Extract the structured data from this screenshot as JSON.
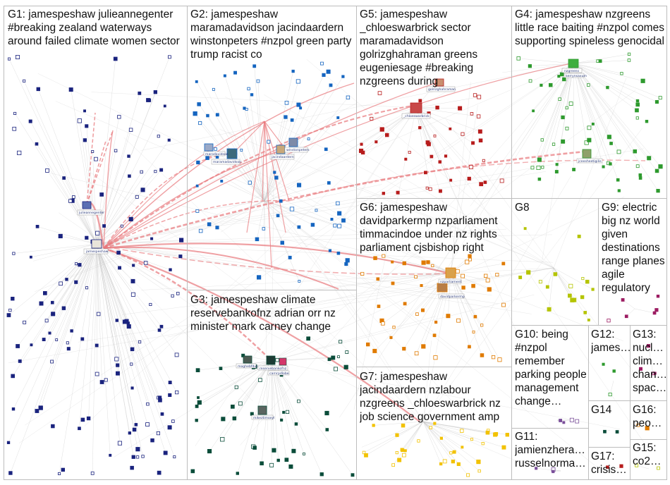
{
  "groups": [
    {
      "id": "G1",
      "label": "G1: jamespeshaw julieannegenter #breaking zealand waterways around failed climate women sector"
    },
    {
      "id": "G2",
      "label": "G2: jamespeshaw maramadavidson jacindaardern winstonpeters #nzpol green party trump racist co"
    },
    {
      "id": "G3",
      "label": "G3: jamespeshaw climate reservebankofnz adrian orr nz minister mark carney change"
    },
    {
      "id": "G4",
      "label": "G4: jamespeshaw nzgreens little race baiting #nzpol comes supporting spineless genocidal"
    },
    {
      "id": "G5",
      "label": "G5: jamespeshaw _chloeswarbrick sector maramadavidson golrizghahraman greens eugeniesage #breaking nzgreens during"
    },
    {
      "id": "G6",
      "label": "G6: jamespeshaw davidparkermp nzparliament timmacindoe under nz rights parliament cjsbishop right"
    },
    {
      "id": "G7",
      "label": "G7: jamespeshaw jacindaardern nzlabour nzgreens _chloeswarbrick nz job science government amp"
    },
    {
      "id": "G8",
      "label": "G8"
    },
    {
      "id": "G9",
      "label": "G9: electric big nz world given destinations range planes agile regulatory"
    },
    {
      "id": "G10",
      "label": "G10: being #nzpol remember parking people management change…"
    },
    {
      "id": "G11",
      "label": "G11: jamienzhera… russelnorma…"
    },
    {
      "id": "G12",
      "label": "G12: james…"
    },
    {
      "id": "G13",
      "label": "G13: nucl… clim… chan… spac…"
    },
    {
      "id": "G14",
      "label": "G14"
    },
    {
      "id": "G15",
      "label": "G15: co2…"
    },
    {
      "id": "G16",
      "label": "G16: peo…"
    },
    {
      "id": "G17",
      "label": "G17: crisis…"
    }
  ],
  "node_labels": {
    "julieannegenter": "julieannegenter",
    "jamespeshaw": "jamespeshaw",
    "maramadavidson": "maramadavidson",
    "marodavidson": "marodavidson",
    "jacindaardern": "jacindaardern",
    "winstonpeters": "winstonpeters",
    "_chloeswarbrick": "_chloeswarbrick",
    "golrizghahraman": "golrizghahraman",
    "nzgreens": "nzgreens",
    "kerrynsaxum": "kerrynsaxum",
    "jceesheetigilis": "jceesheetigilis",
    "davidparkermp": "davidparkermp",
    "nzparliament": "nzparliament",
    "reservebankofnz": "reservebankofnz",
    "moghebfdus": "moghebfdus",
    "mikeztimoxyl": "mikeztimoxyl",
    "carnrpdlobe": "carnrpdlobe"
  },
  "colors": {
    "g1": "#1a237e",
    "g2": "#1565c0",
    "g3": "#0b4d3a",
    "g4": "#2e9a2e",
    "g5": "#b71c1c",
    "g6": "#e07b00",
    "g7": "#f2c200",
    "g8": "#b5c400",
    "g9": "#9c1c62",
    "g10": "#7a4f9a",
    "edge_red": "#e8787c",
    "edge_gray": "#c4c4c4"
  }
}
